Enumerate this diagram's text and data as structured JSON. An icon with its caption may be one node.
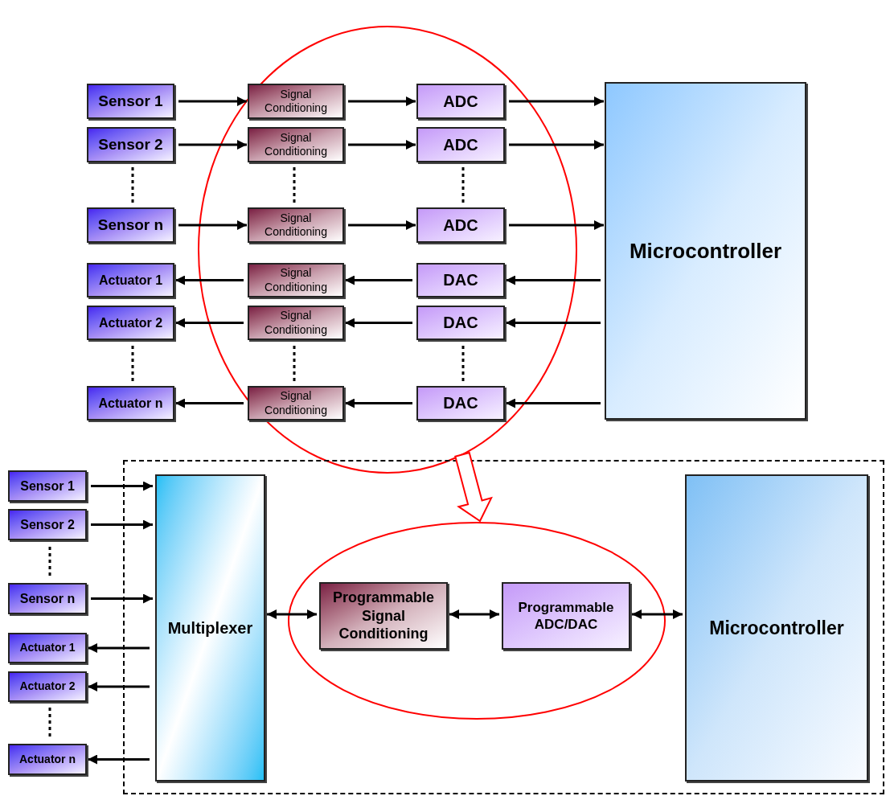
{
  "diagram": {
    "nodes": [
      {
        "text": [
          "Sensor 1"
        ]
      },
      {
        "text": [
          "Signal Conditioning"
        ],
        "in": 19
      },
      {
        "text": [
          "ADC"
        ],
        "in": 19
      },
      {
        "text": [
          "Sensor 2"
        ]
      },
      {
        "text": [
          "Signal Conditioning"
        ],
        "in": 19
      },
      {
        "text": [
          "ADC"
        ],
        "in": 19
      },
      {
        "text": [
          "Sensor n"
        ]
      },
      {
        "text": [
          "Signal Conditioning"
        ],
        "in": 19
      },
      {
        "text": [
          "ADC"
        ],
        "in": 19
      },
      {
        "text": [
          "Actuator 1"
        ]
      },
      {
        "text": [
          "Signal Conditioning"
        ],
        "in": 19
      },
      {
        "text": [
          "DAC"
        ],
        "in": 19
      },
      {
        "text": [
          "Actuator 2"
        ]
      },
      {
        "text": [
          "Signal Conditioning"
        ],
        "in": 19
      },
      {
        "text": [
          "DAC"
        ],
        "in": 19
      },
      {
        "text": [
          "Actuator n"
        ]
      },
      {
        "text": [
          "Signal Conditioning"
        ],
        "in": 19
      },
      {
        "text": [
          "DAC"
        ],
        "in": 19
      },
      {
        "text": [
          "Microcontroller"
        ]
      },
      {
        "text": [],
        "shape": "circle"
      },
      {
        "text": [],
        "shape": "box"
      },
      {
        "text": [
          "Sensor 1"
        ]
      },
      {
        "text": [
          "Sensor 2"
        ]
      },
      {
        "text": [
          "Sensor n"
        ]
      },
      {
        "text": [
          "Actuator 1"
        ]
      },
      {
        "text": [
          "Actuator 2"
        ]
      },
      {
        "text": [
          "Actuator n"
        ]
      },
      {
        "text": [
          "Multiplexer"
        ],
        "in": 20
      },
      {
        "text": [],
        "shape": "circle",
        "in": 20
      },
      {
        "text": [
          "Programmable Signal Conditioning"
        ],
        "in": 28
      },
      {
        "text": [
          "Programmable ADC/DAC"
        ],
        "in": 28
      },
      {
        "text": [
          "Microcontroller"
        ],
        "in": 20
      }
    ],
    "edges": [
      {
        "from": 0,
        "to": 1,
        "arrow": "to"
      },
      {
        "from": 1,
        "to": 2,
        "arrow": "to"
      },
      {
        "from": 2,
        "to": 18,
        "arrow": "to"
      },
      {
        "from": 3,
        "to": 4,
        "arrow": "to"
      },
      {
        "from": 4,
        "to": 5,
        "arrow": "to"
      },
      {
        "from": 5,
        "to": 18,
        "arrow": "to"
      },
      {
        "from": 6,
        "to": 7,
        "arrow": "to"
      },
      {
        "from": 7,
        "to": 8,
        "arrow": "to"
      },
      {
        "from": 8,
        "to": 18,
        "arrow": "to"
      },
      {
        "from": 18,
        "to": 11,
        "arrow": "to"
      },
      {
        "from": 11,
        "to": 10,
        "arrow": "to"
      },
      {
        "from": 10,
        "to": 9,
        "arrow": "to"
      },
      {
        "from": 18,
        "to": 14,
        "arrow": "to"
      },
      {
        "from": 14,
        "to": 13,
        "arrow": "to"
      },
      {
        "from": 13,
        "to": 12,
        "arrow": "to"
      },
      {
        "from": 18,
        "to": 17,
        "arrow": "to"
      },
      {
        "from": 17,
        "to": 16,
        "arrow": "to"
      },
      {
        "from": 16,
        "to": 15,
        "arrow": "to"
      },
      {
        "from": 19,
        "to": 28,
        "arrow": "to",
        "style": "thick",
        "color": "#ff0000"
      },
      {
        "from": 21,
        "to": 27,
        "arrow": "to"
      },
      {
        "from": 22,
        "to": 27,
        "arrow": "to"
      },
      {
        "from": 23,
        "to": 27,
        "arrow": "to"
      },
      {
        "from": 27,
        "to": 24,
        "arrow": "to"
      },
      {
        "from": 27,
        "to": 25,
        "arrow": "to"
      },
      {
        "from": 27,
        "to": 26,
        "arrow": "to"
      },
      {
        "from": 27,
        "to": 29,
        "arrow": "both"
      },
      {
        "from": 29,
        "to": 30,
        "arrow": "both"
      },
      {
        "from": 30,
        "to": 31,
        "arrow": "both"
      }
    ]
  }
}
